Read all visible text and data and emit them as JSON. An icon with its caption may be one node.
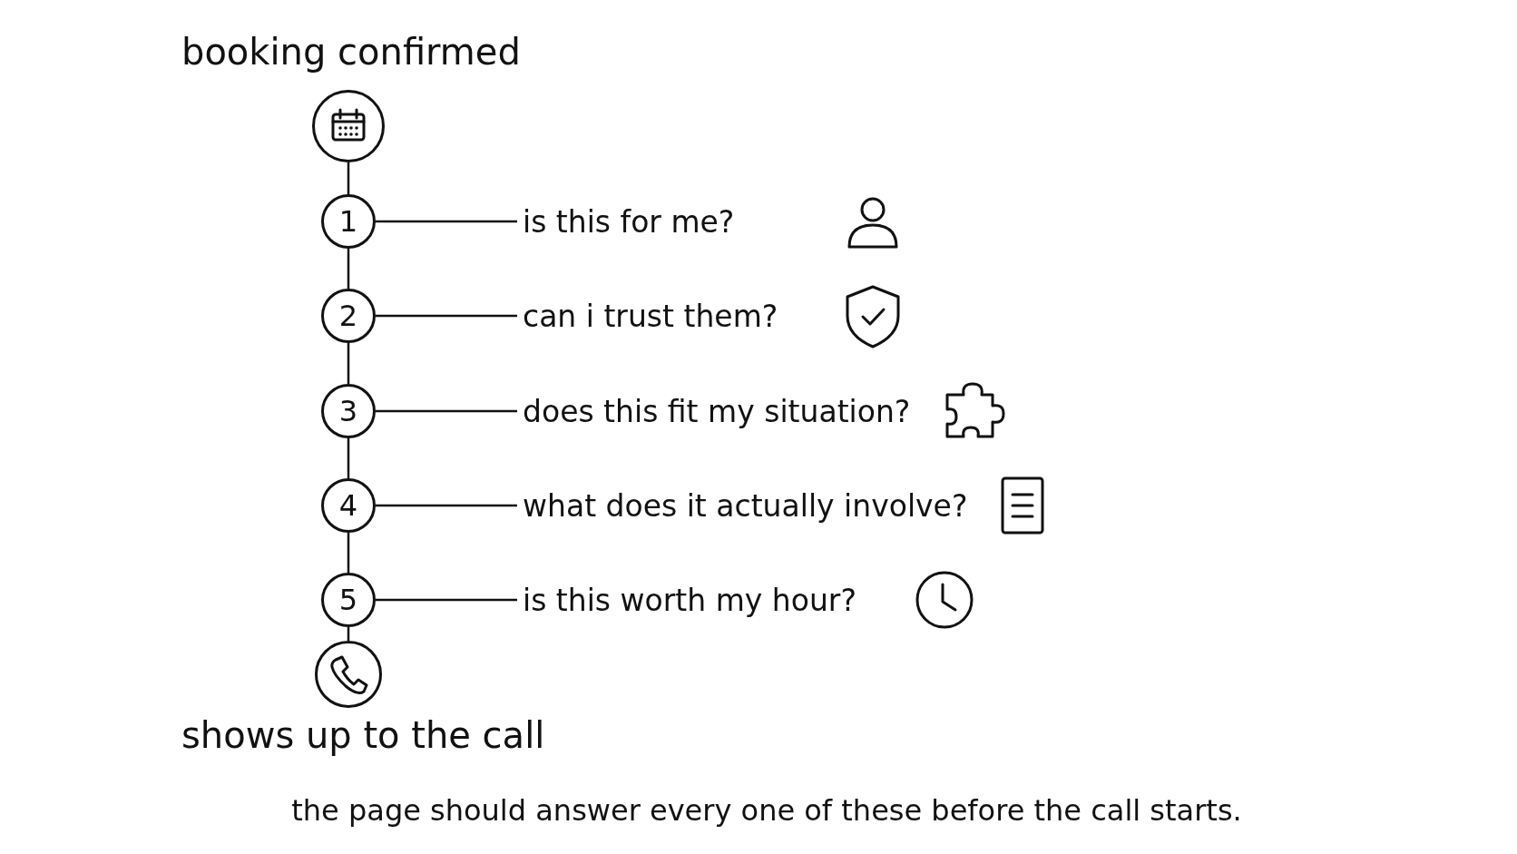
{
  "diagram": {
    "caption": "the page should answer every one of these before the call starts.",
    "nodes": [
      {
        "text": [
          "booking confirmed"
        ]
      },
      {
        "text": [
          "1"
        ]
      },
      {
        "text": [
          "is this for me?"
        ]
      },
      {
        "text": [
          "2"
        ]
      },
      {
        "text": [
          "can i trust them?"
        ]
      },
      {
        "text": [
          "3"
        ]
      },
      {
        "text": [
          "does this fit my situation?"
        ]
      },
      {
        "text": [
          "4"
        ]
      },
      {
        "text": [
          "what does it actually involve?"
        ]
      },
      {
        "text": [
          "5"
        ]
      },
      {
        "text": [
          "is this worth my hour?"
        ]
      },
      {
        "text": [
          "shows up to the call"
        ]
      }
    ],
    "edges": [
      {
        "from": 0,
        "to": 1,
        "arrow": "none"
      },
      {
        "from": 1,
        "to": 2,
        "arrow": "none"
      },
      {
        "from": 1,
        "to": 3,
        "arrow": "none"
      },
      {
        "from": 3,
        "to": 4,
        "arrow": "none"
      },
      {
        "from": 3,
        "to": 5,
        "arrow": "none"
      },
      {
        "from": 5,
        "to": 6,
        "arrow": "none"
      },
      {
        "from": 5,
        "to": 7,
        "arrow": "none"
      },
      {
        "from": 7,
        "to": 8,
        "arrow": "none"
      },
      {
        "from": 7,
        "to": 9,
        "arrow": "none"
      },
      {
        "from": 9,
        "to": 10,
        "arrow": "none"
      },
      {
        "from": 9,
        "to": 11,
        "arrow": "none"
      }
    ]
  }
}
